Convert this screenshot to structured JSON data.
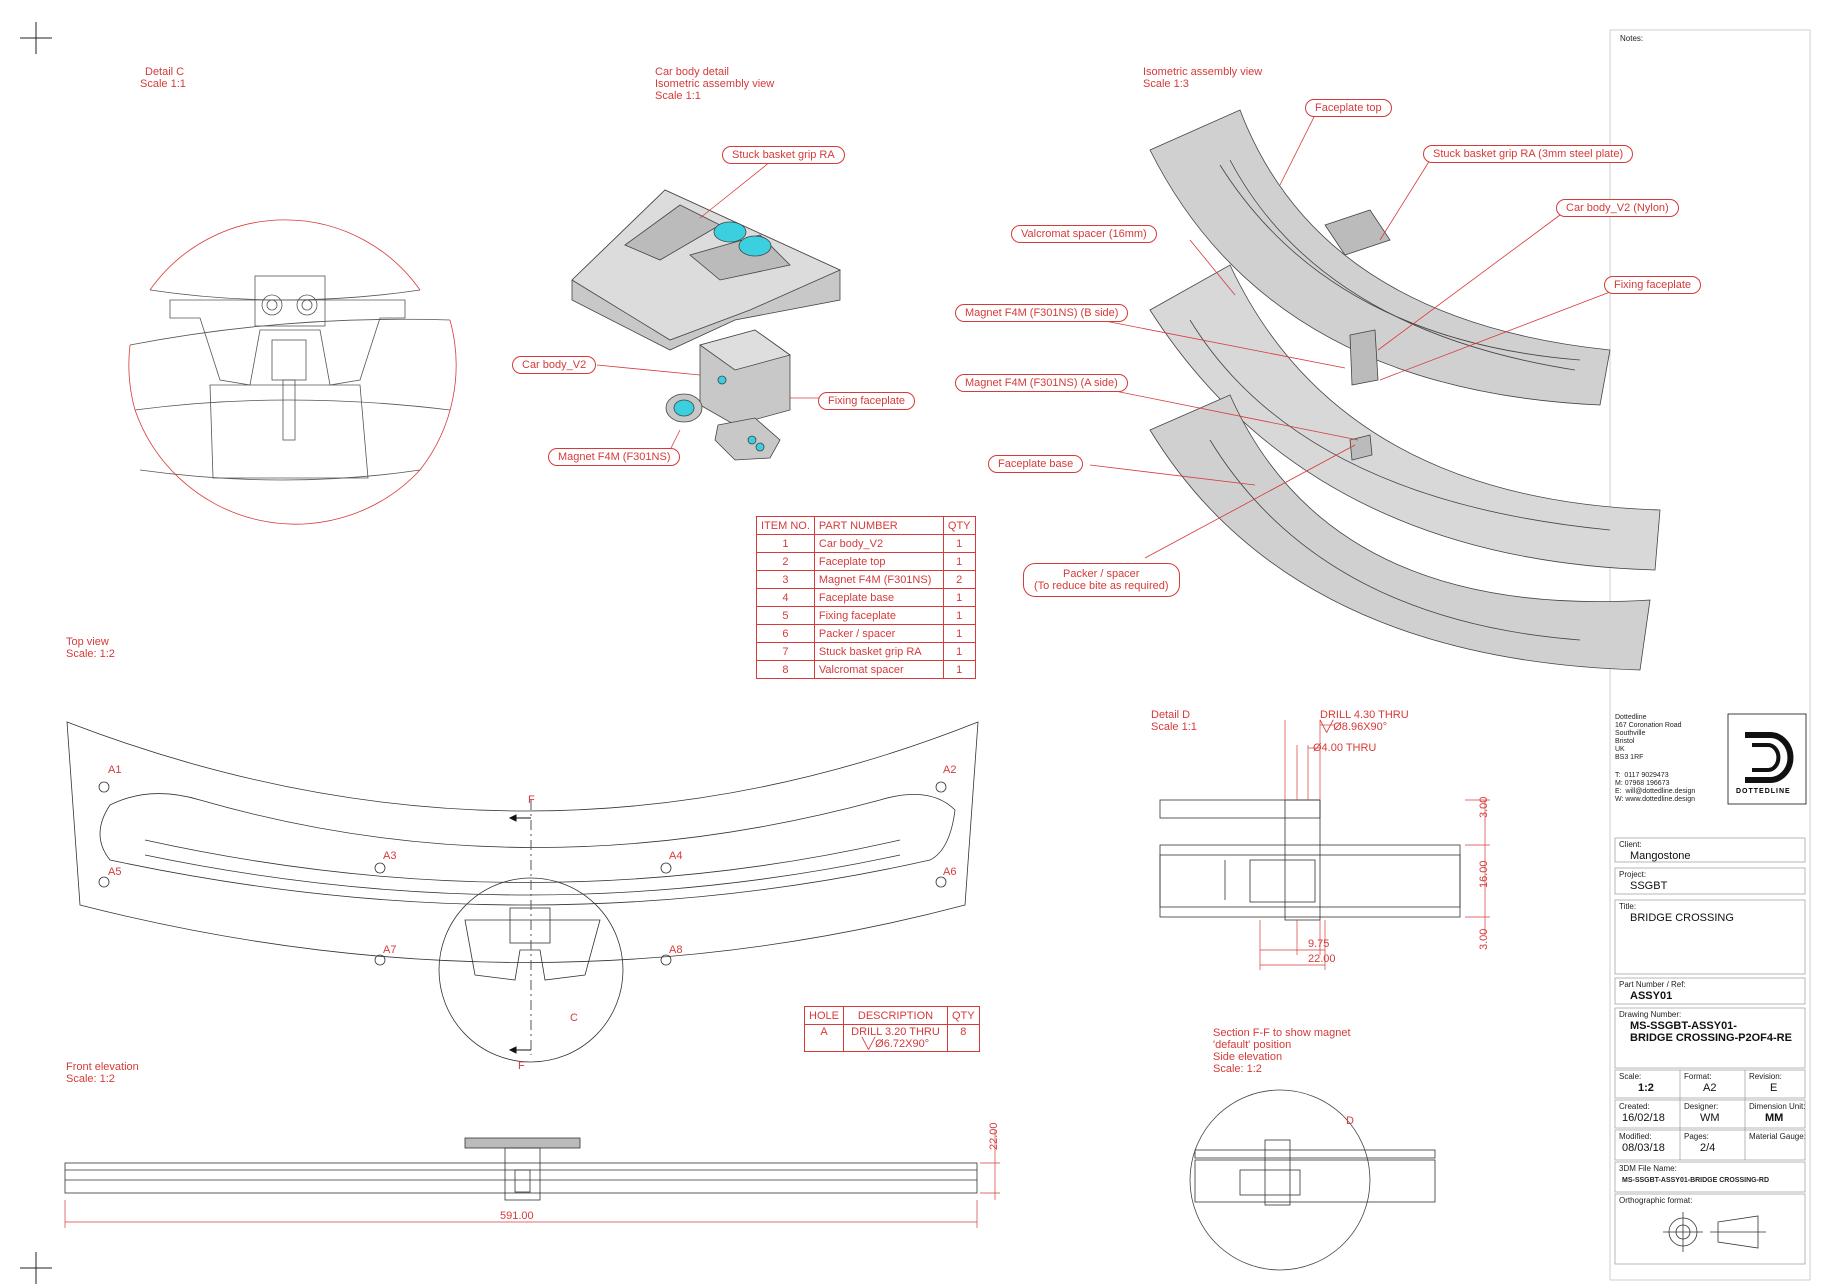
{
  "views": {
    "detail_c": {
      "title": "Detail C",
      "scale": "Scale 1:1"
    },
    "car_body": {
      "title": "Car body detail",
      "subtitle": "Isometric assembly view",
      "scale": "Scale 1:1"
    },
    "iso": {
      "title": "Isometric assembly view",
      "scale": "Scale 1:3"
    },
    "top": {
      "title": "Top view",
      "scale": "Scale: 1:2"
    },
    "front": {
      "title": "Front elevation",
      "scale": "Scale: 1:2"
    },
    "detail_d": {
      "title": "Detail D",
      "scale": "Scale 1:1"
    },
    "section": {
      "line1": "Section F-F to show magnet",
      "line2": "'default' position",
      "line3": "Side elevation",
      "scale": "Scale: 1:2"
    }
  },
  "callouts_car": {
    "stuck": "Stuck basket grip RA",
    "car_body": "Car body_V2",
    "fixing": "Fixing faceplate",
    "magnet": "Magnet F4M (F301NS)"
  },
  "callouts_iso": {
    "faceplate_top": "Faceplate top",
    "stuck": "Stuck basket grip RA (3mm steel plate)",
    "car_body": "Car body_V2 (Nylon)",
    "valcromat": "Valcromat spacer (16mm)",
    "fixing": "Fixing faceplate",
    "magnet_b": "Magnet F4M (F301NS) (B side)",
    "magnet_a": "Magnet F4M (F301NS) (A side)",
    "faceplate_base": "Faceplate base",
    "packer_1": "Packer / spacer",
    "packer_2": "(To reduce bite as required)"
  },
  "bom": {
    "headers": [
      "ITEM NO.",
      "PART NUMBER",
      "QTY"
    ],
    "rows": [
      [
        "1",
        "Car body_V2",
        "1"
      ],
      [
        "2",
        "Faceplate top",
        "1"
      ],
      [
        "3",
        "Magnet F4M (F301NS)",
        "2"
      ],
      [
        "4",
        "Faceplate base",
        "1"
      ],
      [
        "5",
        "Fixing faceplate",
        "1"
      ],
      [
        "6",
        "Packer / spacer",
        "1"
      ],
      [
        "7",
        "Stuck basket grip RA",
        "1"
      ],
      [
        "8",
        "Valcromat spacer",
        "1"
      ]
    ]
  },
  "hole_table": {
    "headers": [
      "HOLE",
      "DESCRIPTION",
      "QTY"
    ],
    "row": {
      "hole": "A",
      "desc1": "DRILL 3.20 THRU",
      "desc2": "╲╱Ø6.72X90°",
      "qty": "8"
    }
  },
  "hole_labels": [
    "A1",
    "A2",
    "A3",
    "A4",
    "A5",
    "A6",
    "A7",
    "A8"
  ],
  "section_markers": {
    "f": "F",
    "c": "C",
    "d": "D"
  },
  "detail_d_dims": {
    "drill": "DRILL 4.30 THRU",
    "cs": "╲╱Ø8.96X90°",
    "thru": "Ø4.00 THRU",
    "d975": "9.75",
    "d2200": "22.00",
    "v300a": "3.00",
    "v1600": "16.00",
    "v300b": "3.00"
  },
  "front_dims": {
    "width": "591.00",
    "height": "22.00"
  },
  "notes_label": "Notes:",
  "company": {
    "name": "Dottedline",
    "address": "167 Coronation Road\nSouthville\nBristol\nUK\nBS3 1RF",
    "contact": "T:  0117 9029473\nM: 07968 196673\nE:  will@dottedline.design\nW: www.dottedline.design",
    "logo_text": "DOTTEDLINE"
  },
  "title_block": {
    "client_label": "Client:",
    "client": "Mangostone",
    "project_label": "Project:",
    "project": "SSGBT",
    "title_label": "Title:",
    "title": "BRIDGE CROSSING",
    "part_label": "Part Number / Ref:",
    "part": "ASSY01",
    "drawing_label": "Drawing Number:",
    "drawing_1": "MS-SSGBT-ASSY01-",
    "drawing_2": "BRIDGE CROSSING-P2OF4-RE",
    "scale_label": "Scale:",
    "scale": "1:2",
    "format_label": "Format:",
    "format": "A2",
    "revision_label": "Revision:",
    "revision": "E",
    "created_label": "Created:",
    "created": "16/02/18",
    "designer_label": "Designer:",
    "designer": "WM",
    "dimunit_label": "Dimension Unit:",
    "dimunit": "MM",
    "modified_label": "Modified:",
    "modified": "08/03/18",
    "pages_label": "Pages:",
    "pages": "2/4",
    "gauge_label": "Material Gauge:",
    "file_label": "3DM File Name:",
    "file": "MS-SSGBT-ASSY01-BRIDGE CROSSING-RD",
    "ortho_label": "Orthographic format:"
  }
}
